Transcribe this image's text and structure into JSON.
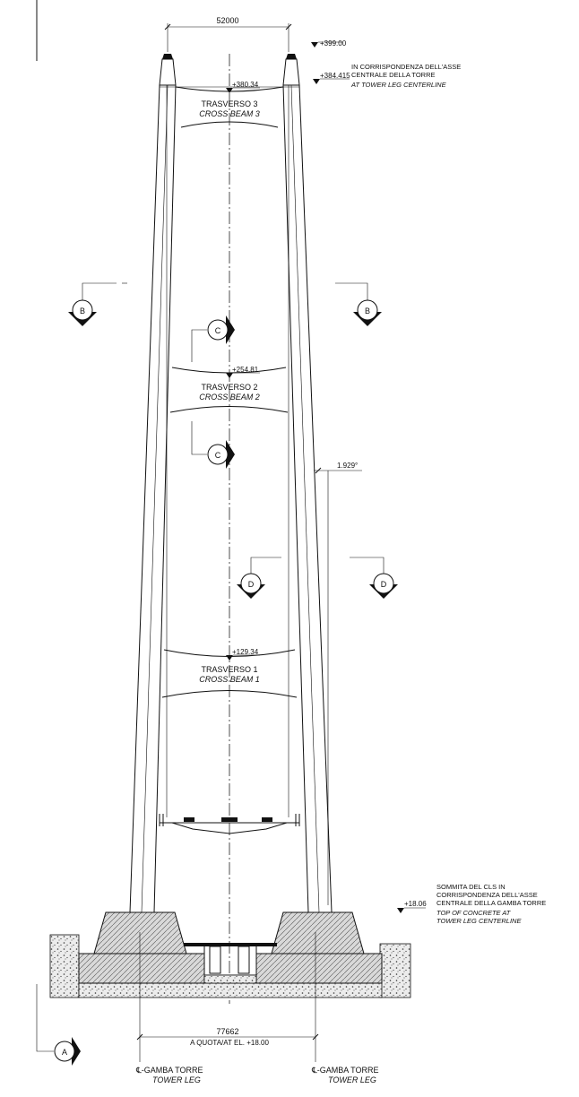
{
  "drawing": {
    "top_width": "52000",
    "elevations": {
      "top": "+399.00",
      "leg_centerline": "+384.415",
      "beam3": "+380.34",
      "beam2": "+254.81",
      "beam1": "+129.34",
      "concrete_top": "+18.06"
    },
    "note_top": {
      "line1": "IN CORRISPONDENZA DELL'ASSE",
      "line2": "CENTRALE DELLA TORRE",
      "line3": "AT TOWER LEG CENTERLINE"
    },
    "beams": [
      {
        "it": "TRASVERSO 3",
        "en": "CROSS BEAM 3"
      },
      {
        "it": "TRASVERSO 2",
        "en": "CROSS BEAM 2"
      },
      {
        "it": "TRASVERSO 1",
        "en": "CROSS BEAM 1"
      }
    ],
    "sections": {
      "a": "A",
      "b": "B",
      "c": "C",
      "d": "D"
    },
    "slope": "1.929°",
    "note_base": {
      "line1": "SOMMITA DEL CLS IN",
      "line2": "CORRISPONDENZA DELL'ASSE",
      "line3": "CENTRALE DELLA GAMBA TORRE",
      "line4": "TOP OF CONCRETE AT",
      "line5": "TOWER LEG CENTERLINE"
    },
    "base_width": "77662",
    "base_elev_label": "A QUOTA/AT EL. +18.00",
    "leg_label": {
      "it": "℄-GAMBA TORRE",
      "en": "TOWER LEG"
    }
  }
}
